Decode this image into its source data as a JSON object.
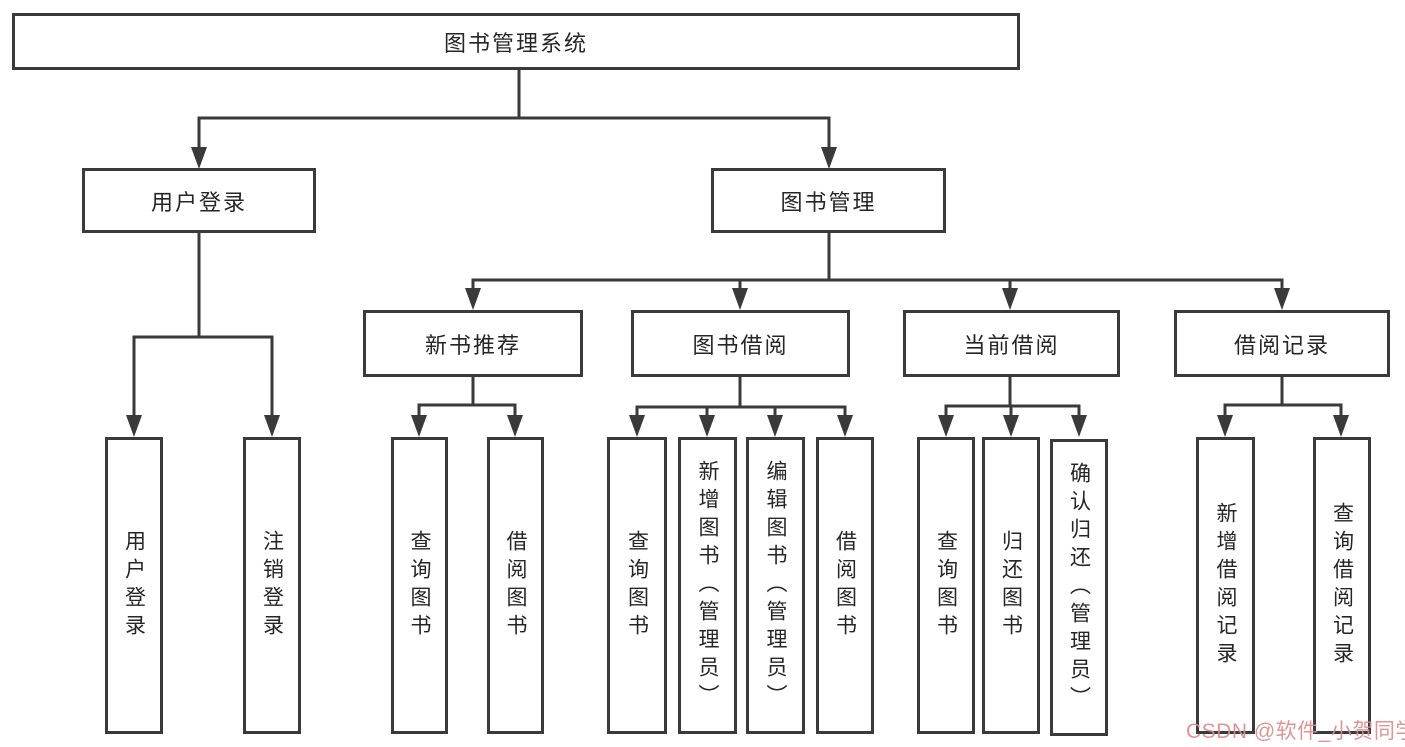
{
  "diagram_title": "图书管理系统",
  "tree": {
    "root": {
      "label": "图书管理系统"
    },
    "children": [
      {
        "label": "用户登录",
        "children": [
          {
            "label": "用户登录"
          },
          {
            "label": "注销登录"
          }
        ]
      },
      {
        "label": "图书管理",
        "children": [
          {
            "label": "新书推荐",
            "children": [
              {
                "label": "查询图书"
              },
              {
                "label": "借阅图书"
              }
            ]
          },
          {
            "label": "图书借阅",
            "children": [
              {
                "label": "查询图书"
              },
              {
                "label": "新增图书（管理员）"
              },
              {
                "label": "编辑图书（管理员）"
              },
              {
                "label": "借阅图书"
              }
            ]
          },
          {
            "label": "当前借阅",
            "children": [
              {
                "label": "查询图书"
              },
              {
                "label": "归还图书"
              },
              {
                "label": "确认归还（管理员）"
              }
            ]
          },
          {
            "label": "借阅记录",
            "children": [
              {
                "label": "新增借阅记录"
              },
              {
                "label": "查询借阅记录"
              }
            ]
          }
        ]
      }
    ]
  },
  "watermark": "CSDN @软件_小贺同学",
  "colors": {
    "line": "#3a3a3a",
    "box_border": "#3a3a3a",
    "text": "#262626",
    "watermark": "#d98b8b",
    "background": "#ffffff"
  }
}
